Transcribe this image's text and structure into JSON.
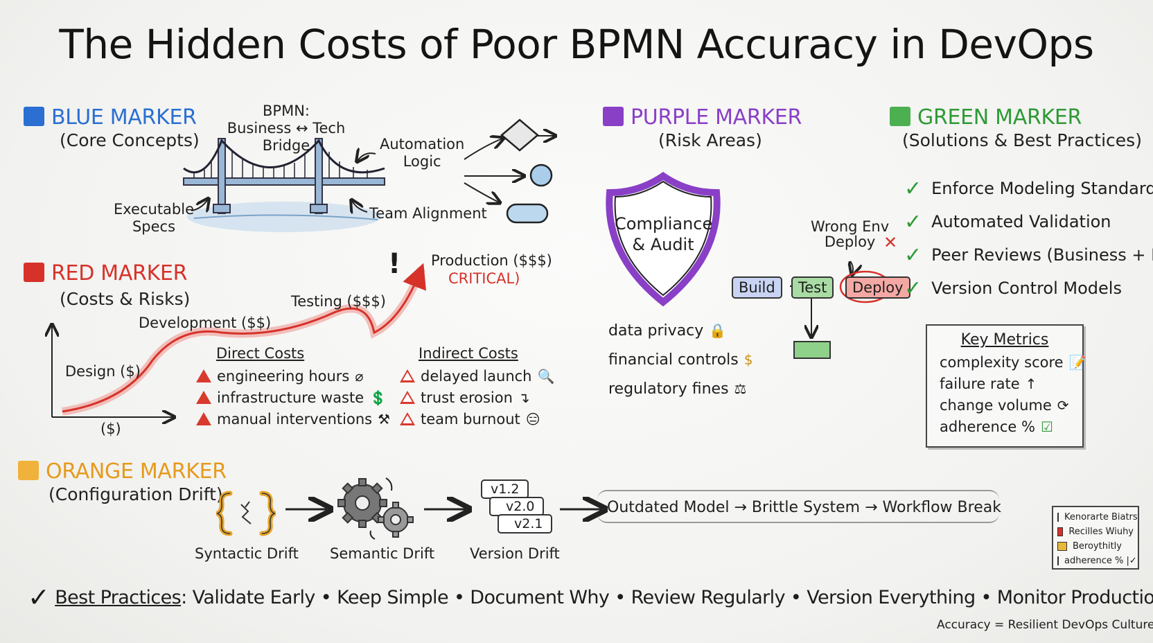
{
  "title": "The Hidden Costs of Poor BPMN Accuracy in DevOps",
  "colors": {
    "blue": "#2a6fd1",
    "red": "#d6322a",
    "purple": "#8a3fc7",
    "green": "#2e9a35",
    "orange": "#e69a1c"
  },
  "blue": {
    "header": "BLUE MARKER",
    "sub": "(Core Concepts)",
    "bridge_label": "BPMN:\nBusiness ↔ Tech\nBridge",
    "automation": "Automation\nLogic",
    "executable": "Executable\nSpecs",
    "alignment": "Team Alignment"
  },
  "red": {
    "header": "RED MARKER",
    "sub": "(Costs & Risks)",
    "curve_labels": {
      "design": "Design ($)",
      "development": "Development ($$)",
      "testing": "Testing ($$$)",
      "production": "Production ($$$)",
      "critical": "CRITICAL)",
      "base": "($)",
      "exclaim": "!"
    },
    "direct": {
      "title": "Direct Costs",
      "items": [
        {
          "text": "engineering hours",
          "icon": "⌀"
        },
        {
          "text": "infrastructure waste",
          "icon": "💲"
        },
        {
          "text": "manual interventions",
          "icon": "⚒"
        }
      ]
    },
    "indirect": {
      "title": "Indirect Costs",
      "items": [
        {
          "text": "delayed launch",
          "icon": "🔍"
        },
        {
          "text": "trust erosion",
          "icon": "↴"
        },
        {
          "text": "team burnout",
          "icon": "😑"
        }
      ]
    }
  },
  "purple": {
    "header": "PURPLE MARKER",
    "sub": "(Risk Areas)",
    "shield": "Compliance\n& Audit",
    "items": [
      {
        "text": "data privacy",
        "icon": "🔒"
      },
      {
        "text": "financial controls",
        "icon": "$"
      },
      {
        "text": "regulatory fines",
        "icon": "⚖"
      }
    ],
    "pipeline": {
      "build": "Build",
      "test": "Test",
      "deploy": "Deploy",
      "wrong_env": "Wrong Env\nDeploy",
      "cross": "✕"
    }
  },
  "green": {
    "header": "GREEN MARKER",
    "sub": "(Solutions & Best Practices)",
    "items": [
      "Enforce Modeling Standards",
      "Automated Validation",
      "Peer Reviews (Business + Dev)",
      "Version Control Models"
    ],
    "check": "✓",
    "metrics": {
      "title": "Key Metrics",
      "items": [
        {
          "text": "complexity score",
          "icon": "📝"
        },
        {
          "text": "failure rate",
          "icon": "↑"
        },
        {
          "text": "change volume",
          "icon": "⟳"
        },
        {
          "text": "adherence %",
          "icon": "☑"
        }
      ]
    }
  },
  "orange": {
    "header": "ORANGE MARKER",
    "sub": "(Configuration Drift)",
    "syntactic": "Syntactic Drift",
    "semantic": "Semantic Drift",
    "version": "Version Drift",
    "versions": [
      "v1.2",
      "v2.0",
      "v2.1"
    ],
    "chain": "Outdated Model → Brittle System → Workflow Break"
  },
  "legend": [
    {
      "text": "Kenorarte Biatrs",
      "color": "#2a6fd1"
    },
    {
      "text": "Recilles Wiuhy",
      "color": "#d6322a"
    },
    {
      "text": "Beroythitly",
      "color": "#e6b93a"
    },
    {
      "text": "adherence % |✓",
      "color": "#4caf50"
    }
  ],
  "footer": {
    "check": "✓",
    "label": "Best Practices",
    "text": ": Validate Early • Keep Simple • Document Why • Review Regularly • Version Everything • Monitor Production",
    "tagline": "Accuracy = Resilient DevOps Culture"
  }
}
